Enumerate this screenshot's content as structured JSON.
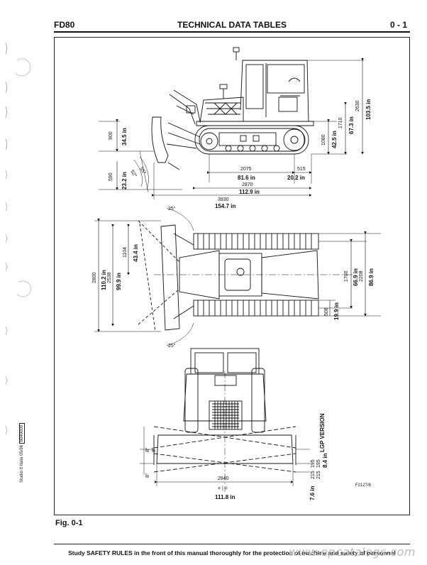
{
  "header": {
    "model": "FD80",
    "title": "TECHNICAL DATA TABLES",
    "page": "0 - 1"
  },
  "side_view": {
    "blade_height_mm": "900",
    "blade_height_in": "34.5 in",
    "blade_drop_mm": "590",
    "blade_drop_in": "23.2 in",
    "angle_a": "55°",
    "angle_b": "52°",
    "track_length_mm": "2075",
    "track_length_in": "81.6 in",
    "rear_overhang_mm": "515",
    "rear_overhang_in": "20.2 in",
    "base_length_mm": "2870",
    "base_length_in": "112.9 in",
    "overall_length_mm": "3930",
    "overall_length_in": "154.7 in",
    "track_height_mm": "1080",
    "track_height_in": "42.5 in",
    "cab_floor_mm": "1710",
    "cab_floor_in": "67.3 in",
    "overall_height_mm": "2630",
    "overall_height_in": "103.5 in"
  },
  "top_view": {
    "blade_angle_top": "25°",
    "blade_angle_bottom": "25°",
    "blade_width_mm": "2800",
    "blade_width_in": "110.2 in",
    "angled_width_mm": "2538",
    "angled_width_in": "99.9 in",
    "half_width_mm": "1104",
    "half_width_in": "43.4 in",
    "gauge_mm": "1700",
    "gauge_in": "66.9 in",
    "overall_width_mm": "2208",
    "overall_width_in": "86.9 in",
    "shoe_width_mm": "508",
    "shoe_width_in": "19.9 in"
  },
  "front_view": {
    "tilt_angle_1": "8°",
    "tilt_angle_2": "8°",
    "tilt_angle_3": "8°",
    "tilt_1_mm": "195",
    "tilt_2_mm": "195",
    "tilt_3_mm": "215",
    "tilt_4_mm": "215",
    "tilt_in_a": "8.4 in",
    "tilt_in_b": "7.6 in",
    "lgp_label": "LGP VERSION",
    "blade_width_mm": "2840",
    "equal_marks": "= | =",
    "blade_width_in": "111.8 in",
    "drawing_no": "F2127/8"
  },
  "figure_label": "Fig. 0-1",
  "footer_text": "Study SAFETY RULES in the front of this manual thoroughly for the protection of machine and safety of personnel",
  "watermark": "www.epcatalogs.com",
  "side_code": {
    "studio": "Studio It Italia",
    "date": "05/96",
    "code": "6040000"
  },
  "colors": {
    "ink": "#111111",
    "watermark": "#bdbdbd"
  }
}
